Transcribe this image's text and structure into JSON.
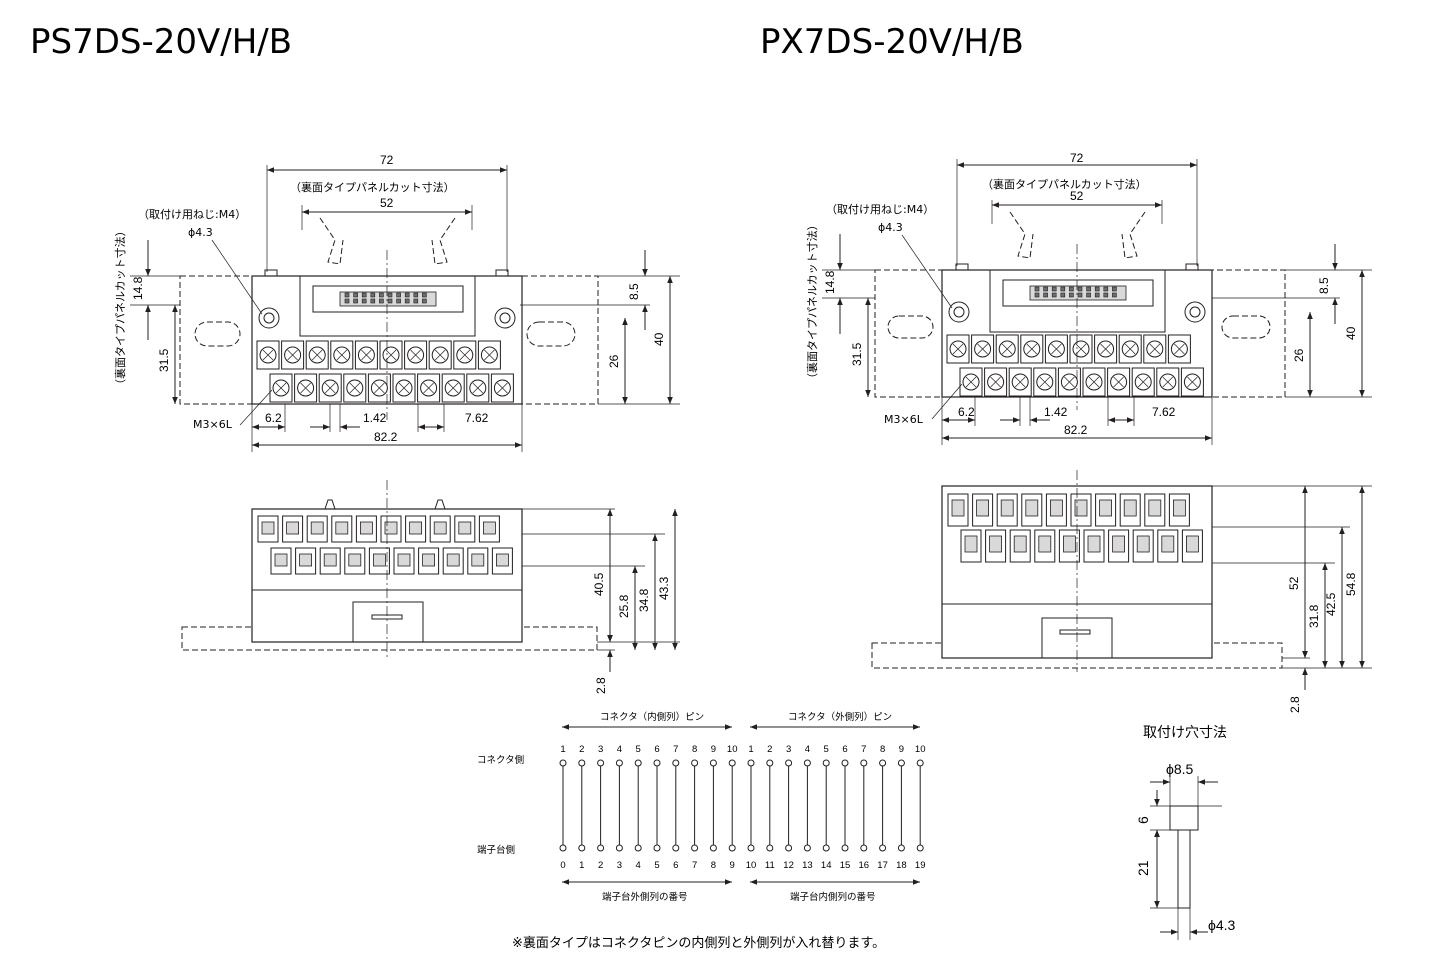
{
  "titles": {
    "left": "PS7DS-20V/H/B",
    "right": "PX7DS-20V/H/B"
  },
  "labels": {
    "panel_cut": "（裏面タイプパネルカット寸法）",
    "mount_screw": "（取付け用ねじ:M4）",
    "hole_dia": "ϕ4.3",
    "panel_cut_vertical": "（裏面タイプパネルカット寸法）",
    "terminal_screw": "M3×6L",
    "mount_hole_title": "取付け穴寸法",
    "connector_side": "コネクタ側",
    "terminal_side": "端子台側",
    "inner_pins": "コネクタ（内側列）ピン",
    "outer_pins": "コネクタ（外側列）ピン",
    "terminal_outer_num_1": "端子台外側列の番号",
    "terminal_outer_num_2": "端子台内側列の番号",
    "footnote": "※裏面タイプはコネクタピンの内側列と外側列が入れ替ります。"
  },
  "dims_left_top": {
    "w72": "72",
    "w52": "52",
    "h14_8": "14.8",
    "h31_5": "31.5",
    "h8_5": "8.5",
    "h26": "26",
    "h40": "40",
    "p6_2": "6.2",
    "p1_42": "1.42",
    "p7_62": "7.62",
    "w82_2": "82.2"
  },
  "dims_left_side": {
    "h40_5": "40.5",
    "h25_8": "25.8",
    "h34_8": "34.8",
    "h43_3": "43.3",
    "h2_8": "2.8"
  },
  "dims_right_top": {
    "w72": "72",
    "w52": "52",
    "h14_8": "14.8",
    "h31_5": "31.5",
    "h8_5": "8.5",
    "h26": "26",
    "h40": "40",
    "p6_2": "6.2",
    "p1_42": "1.42",
    "p7_62": "7.62",
    "w82_2": "82.2"
  },
  "dims_right_side": {
    "h52": "52",
    "h31_8": "31.8",
    "h42_5": "42.5",
    "h54_8": "54.8",
    "h2_8": "2.8"
  },
  "mount_hole": {
    "d8_5": "ϕ8.5",
    "h6": "6",
    "h21": "21",
    "d4_3": "ϕ4.3"
  },
  "pins_top": [
    "1",
    "2",
    "3",
    "4",
    "5",
    "6",
    "7",
    "8",
    "9",
    "10",
    "1",
    "2",
    "3",
    "4",
    "5",
    "6",
    "7",
    "8",
    "9",
    "10"
  ],
  "pins_bottom": [
    "0",
    "1",
    "2",
    "3",
    "4",
    "5",
    "6",
    "7",
    "8",
    "9",
    "10",
    "11",
    "12",
    "13",
    "14",
    "15",
    "16",
    "17",
    "18",
    "19"
  ]
}
